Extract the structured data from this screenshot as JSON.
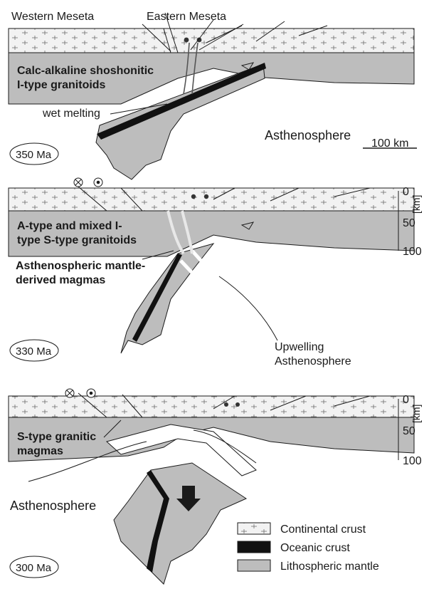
{
  "panels": [
    {
      "age": "350 Ma",
      "top_labels": [
        "Western Meseta",
        "Eastern Meseta"
      ],
      "granitoid_label": [
        "Calc-alkaline shoshonitic",
        "I-type granitoids"
      ],
      "melt_label": "wet melting",
      "mantle_label": "Asthenosphere",
      "scale_label": "100 km"
    },
    {
      "age": "330 Ma",
      "granitoid_label": [
        "A-type and mixed I-",
        "type S-type granitoids"
      ],
      "magma_label": [
        "Asthenospheric mantle-",
        "derived magmas"
      ],
      "upwelling_label": [
        "Upwelling",
        "Asthenosphere"
      ],
      "depth_axis": {
        "unit": "[km]",
        "ticks": [
          "0",
          "50",
          "100"
        ]
      }
    },
    {
      "age": "300 Ma",
      "granitoid_label": [
        "S-type granitic",
        "magmas"
      ],
      "mantle_label": "Asthenosphere",
      "depth_axis": {
        "unit": "[km]",
        "ticks": [
          "0",
          "50",
          "100"
        ]
      }
    }
  ],
  "legend": [
    {
      "label": "Continental crust",
      "pattern": "crust"
    },
    {
      "label": "Oceanic crust",
      "color": "#111111"
    },
    {
      "label": "Lithospheric mantle",
      "color": "#bdbdbd"
    }
  ],
  "colors": {
    "crust_bg": "#f2f2f2",
    "mantle": "#bdbdbd",
    "oceanic": "#111111",
    "line": "#1a1a1a"
  }
}
